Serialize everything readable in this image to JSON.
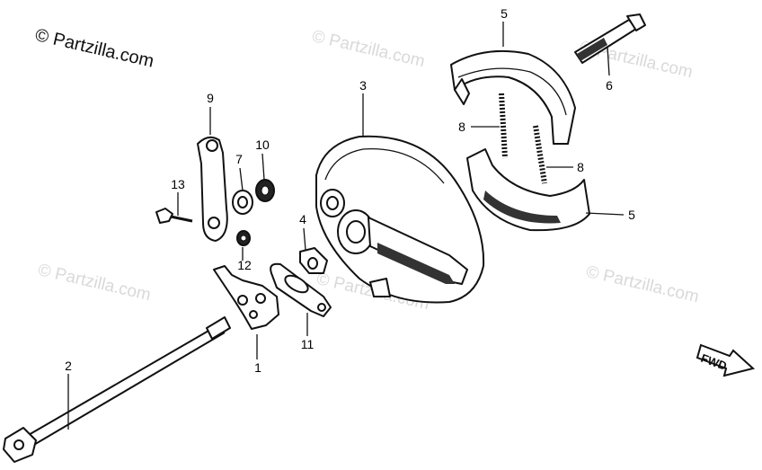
{
  "copyright": "© Partzilla.com",
  "watermark": "© Partzilla.com",
  "fwd_label": "FWD",
  "callouts": {
    "c1": "1",
    "c2": "2",
    "c3": "3",
    "c4": "4",
    "c5a": "5",
    "c5b": "5",
    "c6": "6",
    "c7": "7",
    "c8a": "8",
    "c8b": "8",
    "c9": "9",
    "c10": "10",
    "c11": "11",
    "c12": "12",
    "c13": "13"
  }
}
